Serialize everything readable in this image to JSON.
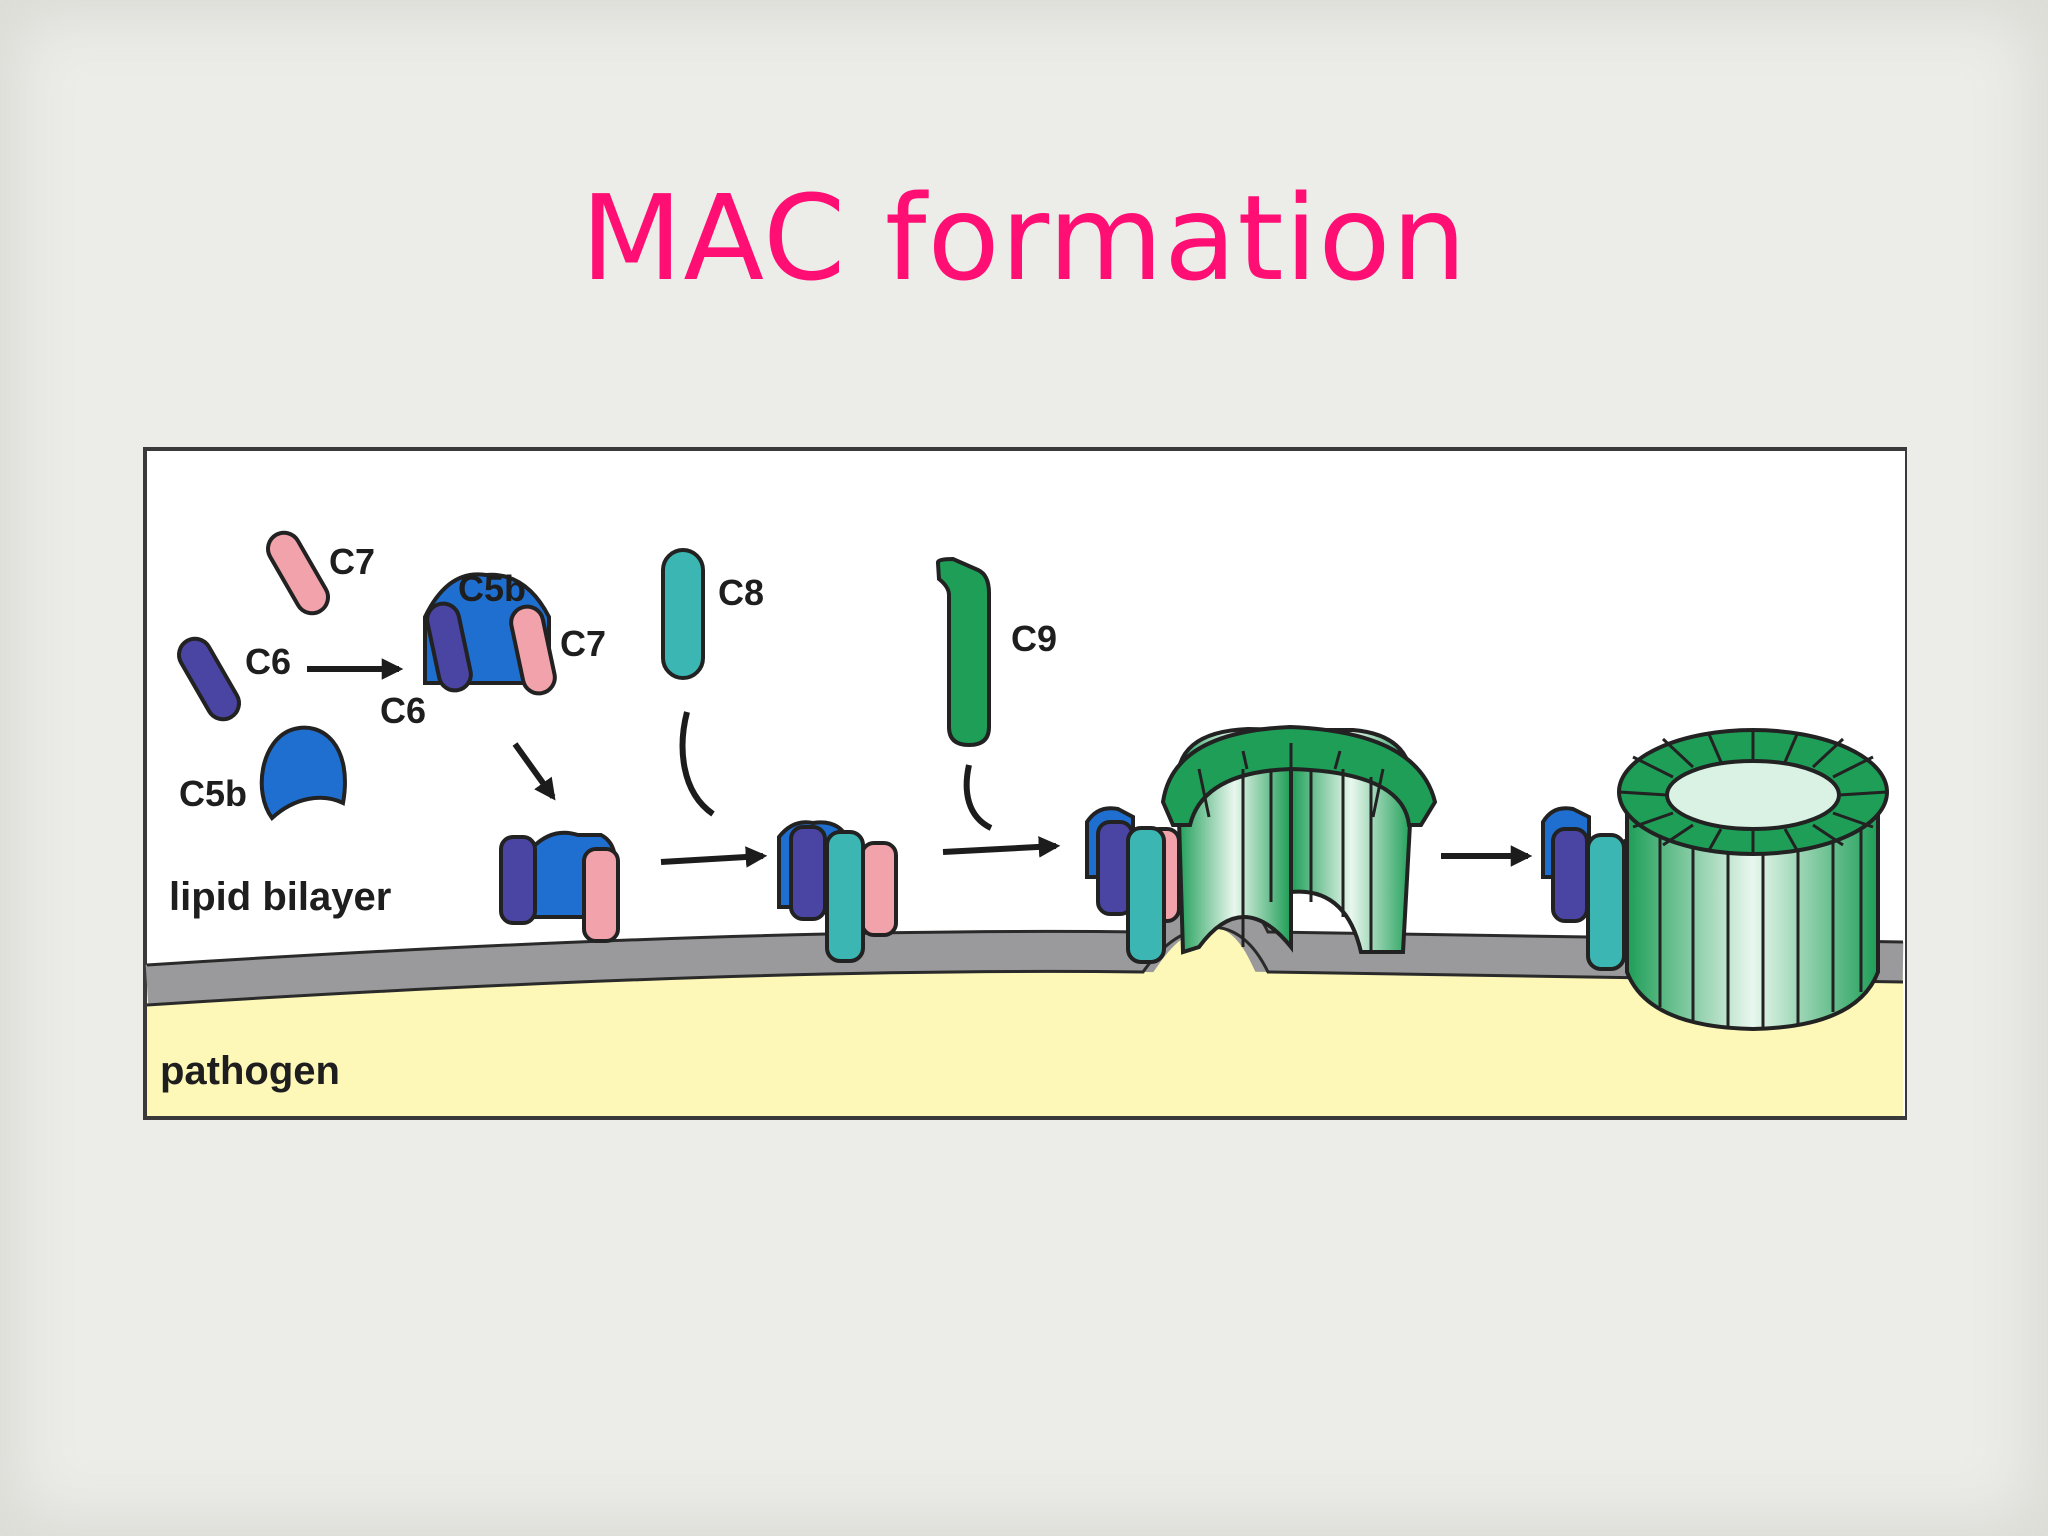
{
  "slide": {
    "title": "MAC formation",
    "title_color": "#ff0f74",
    "background_color": "#ecece9"
  },
  "figure": {
    "labels": {
      "c7_free": "C7",
      "c6_free": "C6",
      "c5b_free": "C5b",
      "c5b_complex": "C5b",
      "c7_complex": "C7",
      "c6_complex": "C6",
      "c8": "C8",
      "c9": "C9",
      "lipid_bilayer": "lipid bilayer",
      "pathogen": "pathogen"
    },
    "colors": {
      "c5b": "#1f6fd1",
      "c6": "#4a44a3",
      "c7": "#f1a2aa",
      "c8": "#3bb6b3",
      "c9": "#1e9e57",
      "membrane": "#9a9a9c",
      "pathogen": "#fdf8b8",
      "panel": "#ffffff"
    },
    "icons": [
      "reaction-arrow",
      "bent-arrow",
      "mac-pore-ring"
    ]
  }
}
